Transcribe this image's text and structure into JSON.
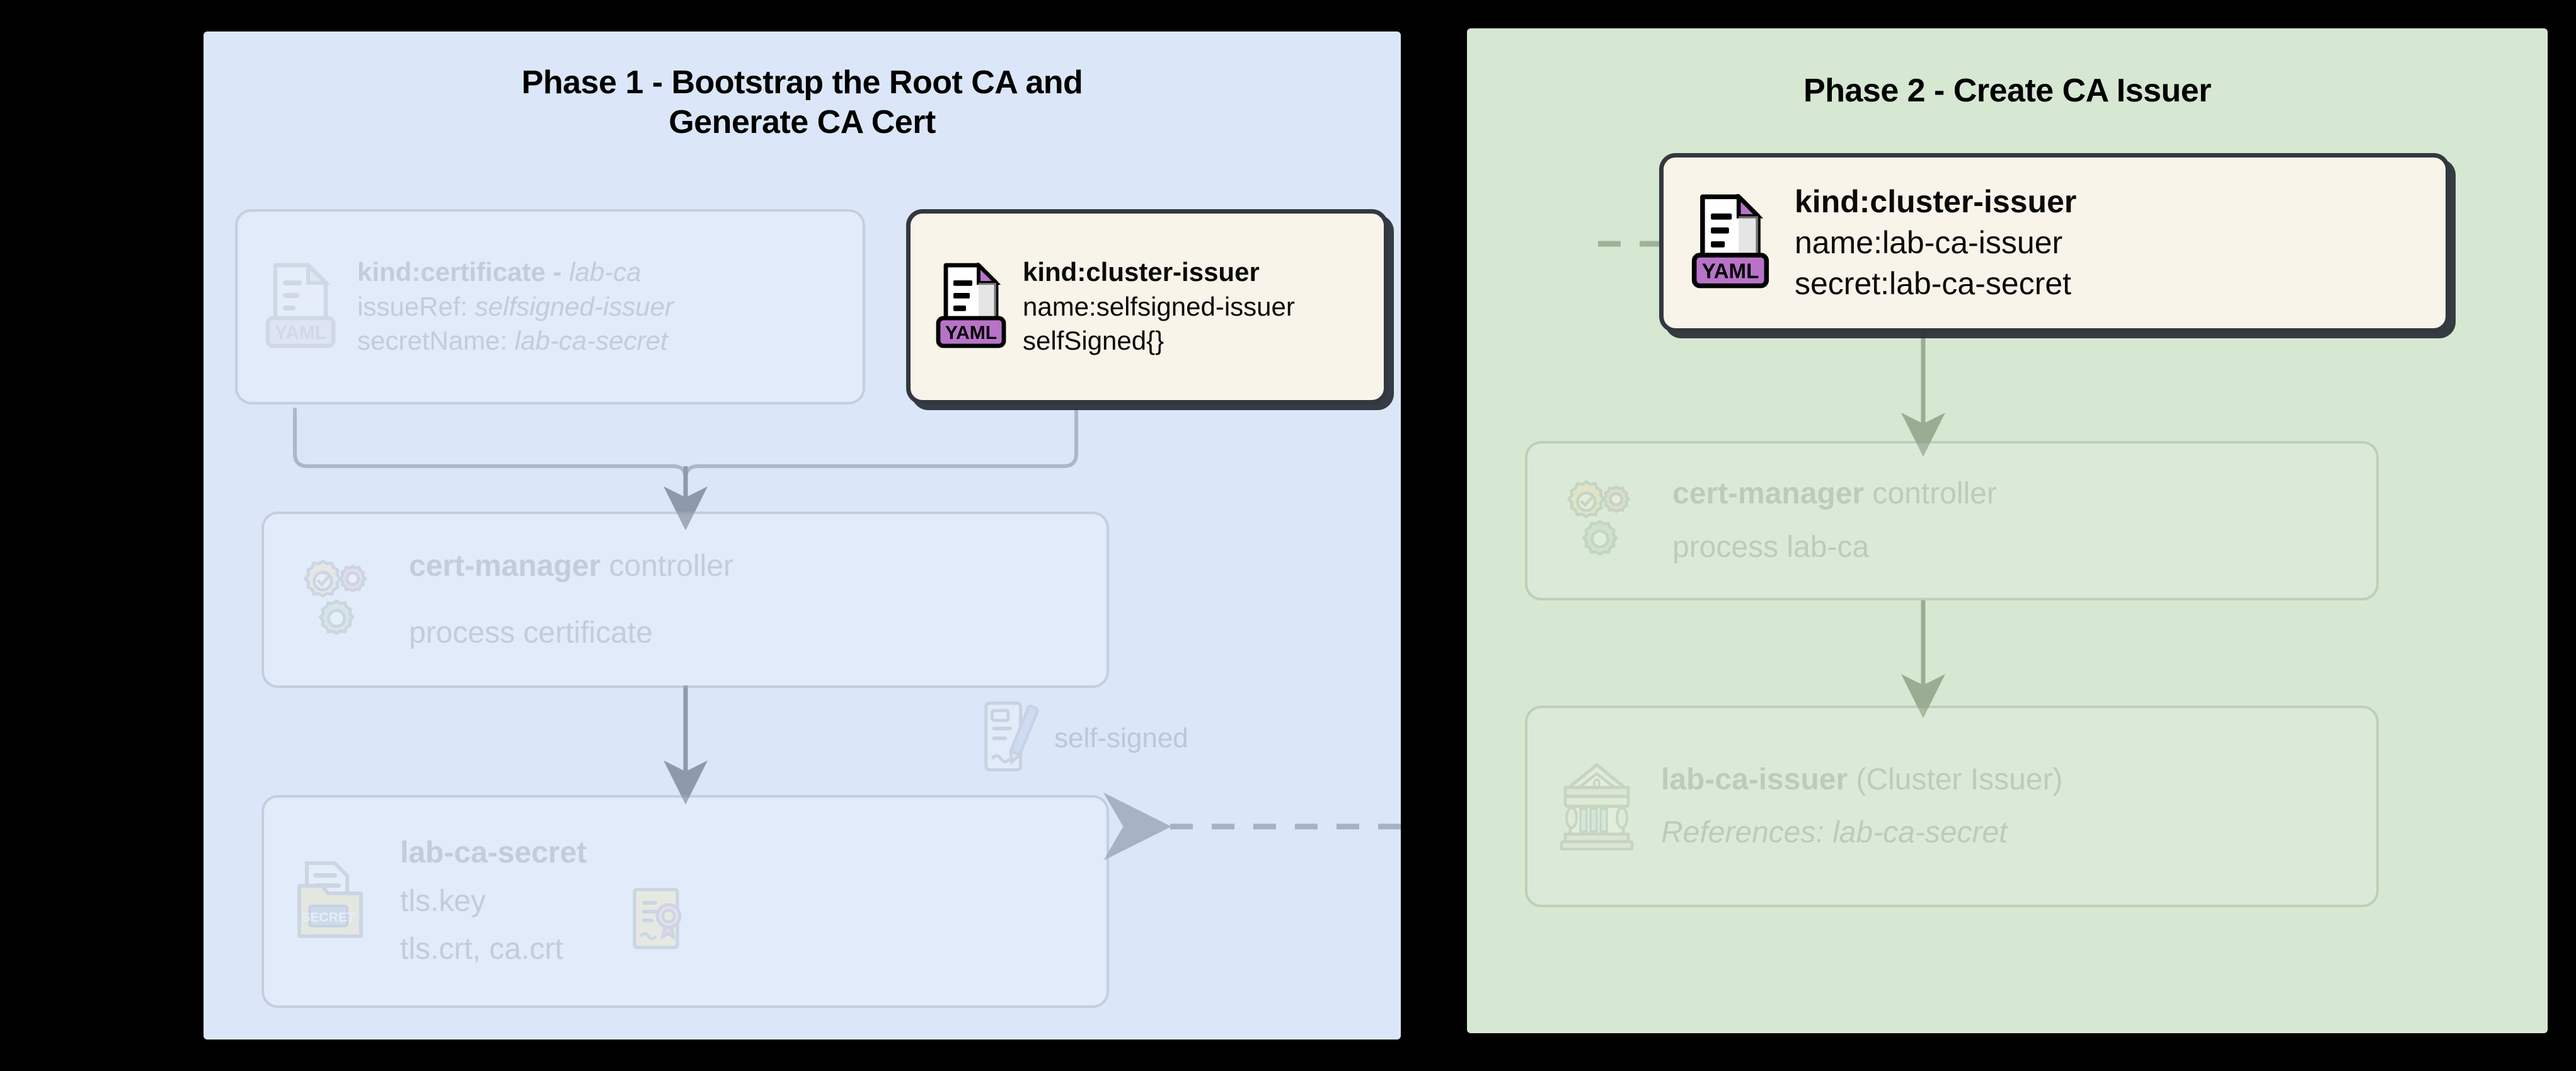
{
  "colors": {
    "page_background": "#000000",
    "phase1_panel": "#dbe7f8",
    "phase2_panel": "#d6e7d2",
    "highlight_card_fill": "#f8f4e9",
    "highlight_card_border": "#33373f",
    "yaml_badge_purple": "#b873c8",
    "secret_folder_yellow": "#ecdfa4",
    "connector_gray": "#9aa6b8"
  },
  "phase1": {
    "title_line1": "Phase 1 - Bootstrap the Root CA and",
    "title_line2": "Generate CA Cert",
    "certificate_card": {
      "icon": "yaml-file-icon",
      "line1_bold": "kind:certificate -",
      "line1_italic": "lab-ca",
      "line2_label": "issueRef:",
      "line2_italic": "selfsigned-issuer",
      "line3_label": "secretName:",
      "line3_italic": "lab-ca-secret"
    },
    "cluster_issuer_card": {
      "icon": "yaml-file-icon",
      "line1": "kind:cluster-issuer",
      "line2": "name:selfsigned-issuer",
      "line3": "selfSigned{}"
    },
    "controller_box": {
      "icon": "gears-icon",
      "line1_bold": "cert-manager",
      "line1_rest": "controller",
      "line2": "process certificate"
    },
    "self_signed_label": {
      "icon": "signed-document-icon",
      "text": "self-signed"
    },
    "secret_box": {
      "icon": "secret-folder-icon",
      "line1_bold": "lab-ca-secret",
      "line2": "tls.key",
      "line3": "tls.crt, ca.crt",
      "trailing_icon": "certificate-seal-icon"
    }
  },
  "phase2": {
    "title": "Phase 2 - Create CA Issuer",
    "cluster_issuer_card": {
      "icon": "yaml-file-icon",
      "line1": "kind:cluster-issuer",
      "line2": "name:lab-ca-issuer",
      "line3": "secret:lab-ca-secret"
    },
    "controller_box": {
      "icon": "gears-icon",
      "line1_bold": "cert-manager",
      "line1_rest": "controller",
      "line2": "process lab-ca"
    },
    "issuer_box": {
      "icon": "bank-pillar-icon",
      "line1_bold": "lab-ca-issuer",
      "line1_rest": "(Cluster Issuer)",
      "line2_italic": "References: lab-ca-secret"
    }
  }
}
